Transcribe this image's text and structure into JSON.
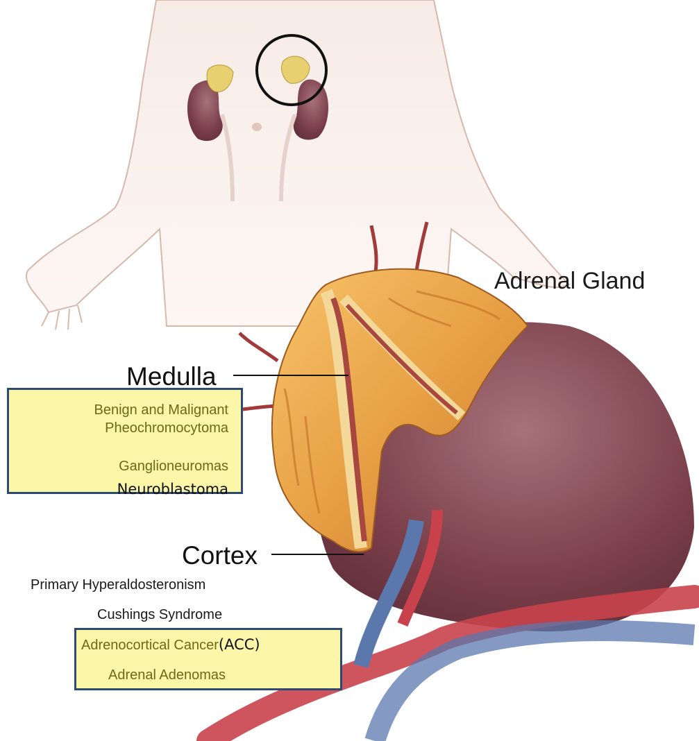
{
  "title": "Adrenal Gland",
  "medulla": {
    "heading": "Medulla",
    "conditions": [
      "Benign and Malignant\nPheochromocytoma",
      "Ganglioneuromas",
      "Neuroblastoma"
    ]
  },
  "cortex": {
    "heading": "Cortex",
    "conditions": [
      "Primary Hyperaldosteronism",
      "Cushings Syndrome",
      "Adrenocortical Cancer",
      "(ACC)",
      "Adrenal Adenomas"
    ]
  },
  "colors": {
    "highlight_box_fill": "#fbf6a8",
    "highlight_box_border": "#2d4a73",
    "gland_orange": "#e8a146",
    "kidney": "#7a3f4a",
    "artery": "#c9424b",
    "vein": "#5b78ad",
    "skin": "#f6e8e2"
  }
}
